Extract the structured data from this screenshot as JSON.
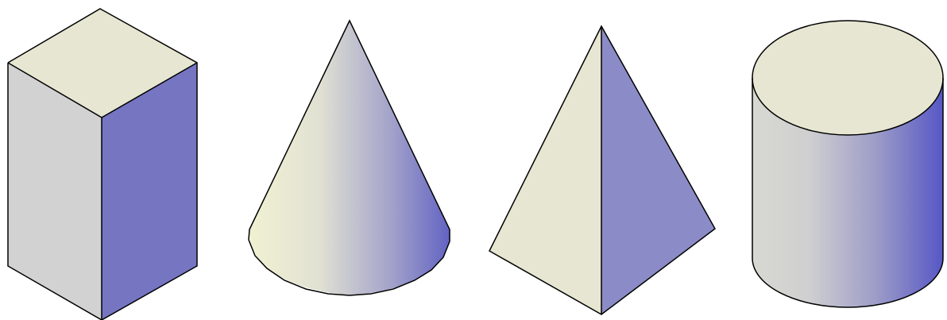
{
  "colors": {
    "background": "#ffffff",
    "outline": "#000000",
    "light_face": "#e6e6d2",
    "gray_face": "#d2d2d2",
    "blue_face": "#7575c2",
    "pyramid_blue": "#8b8bc7",
    "cone_light": "#f0f0d2",
    "cone_dark": "#6666c4",
    "cylinder_light": "#d6d6d0",
    "cylinder_dark": "#5e5ec6"
  },
  "shapes": [
    {
      "kind": "box",
      "icon": "rectangular-prism-icon"
    },
    {
      "kind": "cone",
      "icon": "cone-icon"
    },
    {
      "kind": "pyramid",
      "icon": "pyramid-icon"
    },
    {
      "kind": "cylinder",
      "icon": "cylinder-icon"
    }
  ]
}
